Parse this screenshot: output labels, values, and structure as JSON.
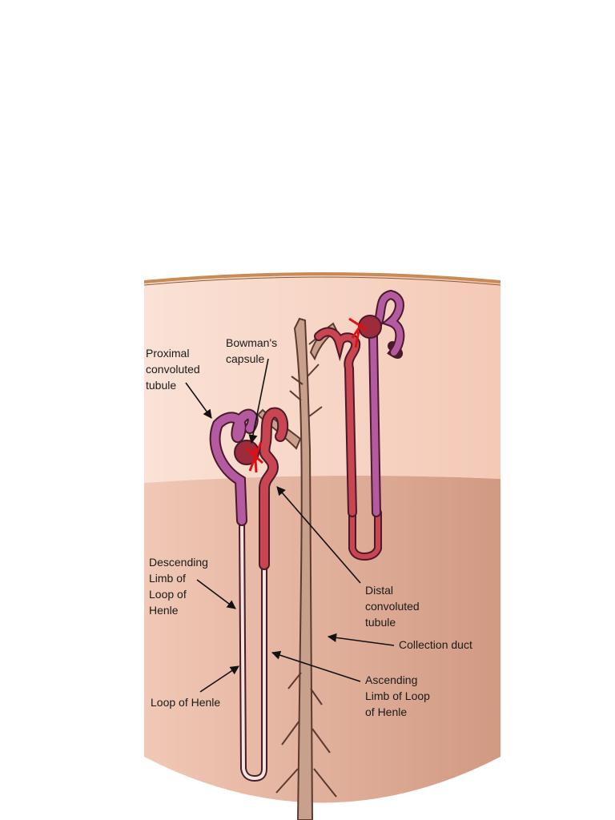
{
  "labels": {
    "bowmans_capsule": [
      "Bowman's",
      "capsule"
    ],
    "proximal_tubule": [
      "Proximal",
      "convoluted",
      "tubule"
    ],
    "descending_limb": [
      "Descending",
      "Limb of",
      "Loop of",
      "Henle"
    ],
    "distal_tubule": [
      "Distal",
      "convoluted",
      "tubule"
    ],
    "collection_duct": [
      "Collection duct"
    ],
    "ascending_limb": [
      "Ascending",
      "Limb of Loop",
      "of Henle"
    ],
    "loop_of_henle": [
      "Loop of Henle"
    ]
  },
  "colors": {
    "cortex": "#f7d6c6",
    "medulla": "#dca48c",
    "capsule_edge": "#c98a55",
    "proximal_tubule": "#b45aa0",
    "distal_tubule": "#c94552",
    "tubule_outline": "#4a1a2a",
    "thin_limb": "#f3e6dc",
    "glomerulus": "#9c2c3c",
    "blood_vessel": "#e01010",
    "duct": "#c9a08c",
    "duct_outline": "#5a3a30"
  }
}
